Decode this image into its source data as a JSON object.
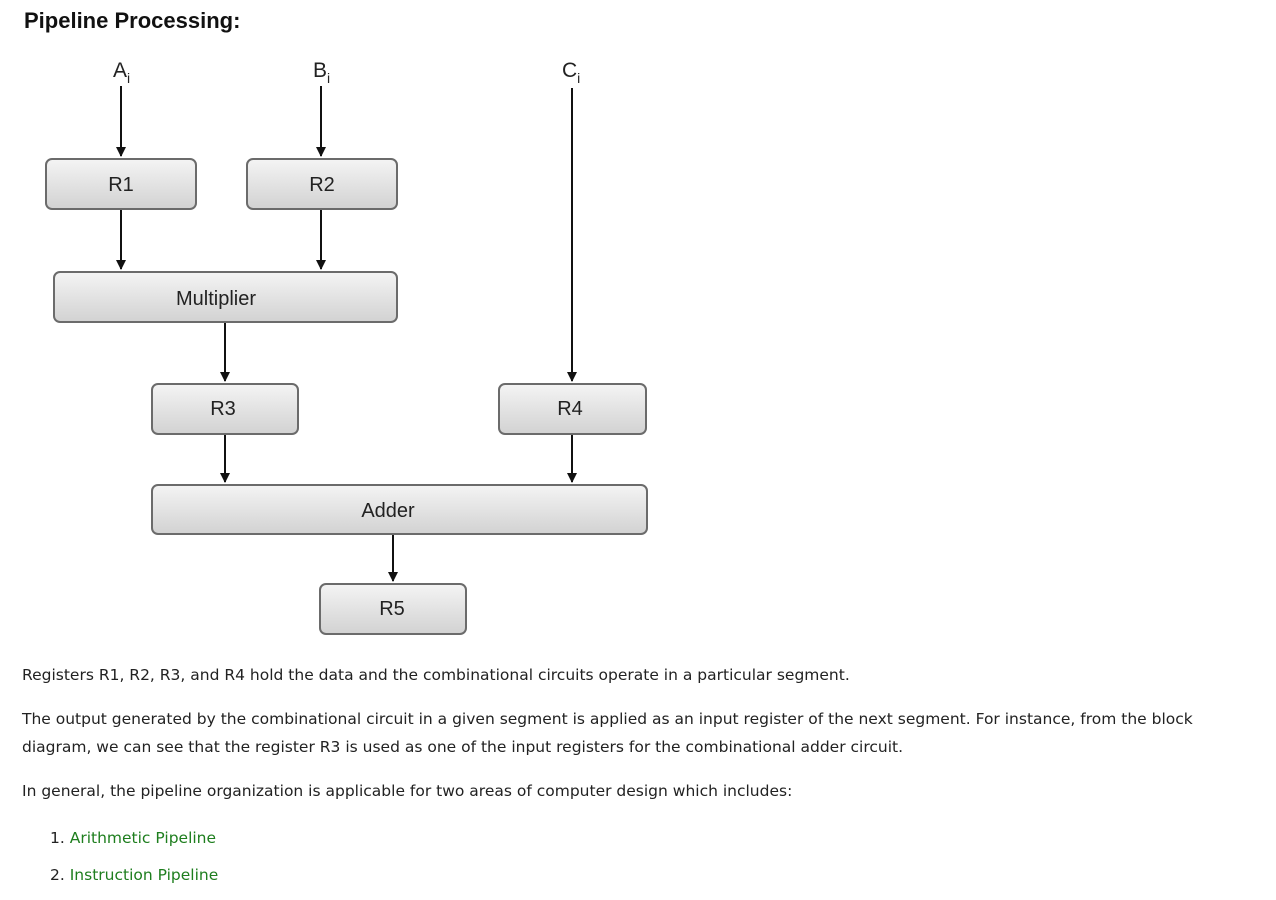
{
  "heading": "Pipeline Processing:",
  "diagram": {
    "inputs": {
      "a": {
        "main": "A",
        "sub": "i"
      },
      "b": {
        "main": "B",
        "sub": "i"
      },
      "c": {
        "main": "C",
        "sub": "i"
      }
    },
    "boxes": {
      "r1": "R1",
      "r2": "R2",
      "multiplier": "Multiplier",
      "r3": "R3",
      "r4": "R4",
      "adder": "Adder",
      "r5": "R5"
    }
  },
  "paragraphs": {
    "p1": "Registers R1, R2, R3, and R4 hold the data and the combinational circuits operate in a particular segment.",
    "p2": "The output generated by the combinational circuit in a given segment is applied as an input register of the next segment. For instance, from the block diagram, we can see that the register R3 is used as one of the input registers for the combinational adder circuit.",
    "p3": "In general, the pipeline organization is applicable for two areas of computer design which includes:"
  },
  "list": [
    {
      "num": "1.",
      "label": "Arithmetic Pipeline"
    },
    {
      "num": "2.",
      "label": "Instruction Pipeline"
    }
  ],
  "colors": {
    "link": "#1e7e1e",
    "box_border": "#6b6b6b",
    "box_fill_top": "#f4f4f4",
    "box_fill_bottom": "#d2d2d2"
  }
}
